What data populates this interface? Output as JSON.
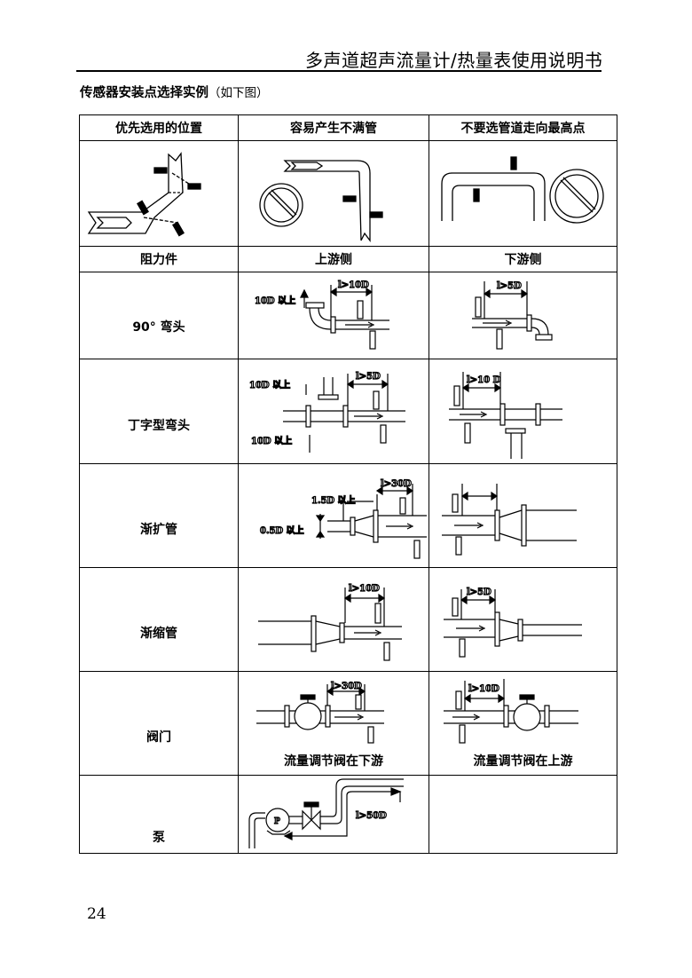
{
  "header": {
    "title": "多声道超声流量计/热量表使用说明书"
  },
  "section": {
    "title": "传感器安装点选择实例",
    "subtitle": "（如下图）"
  },
  "table": {
    "top_headers": [
      "优先选用的位置",
      "容易产生不满管",
      "不要选管道走向最高点"
    ],
    "sub_headers": [
      "阻力件",
      "上游侧",
      "下游侧"
    ],
    "rows": [
      {
        "label": "90°  弯头",
        "upstream": {
          "dims": [
            "10D 以上",
            "l>10D"
          ]
        },
        "downstream": {
          "dims": [
            "l>5D"
          ]
        }
      },
      {
        "label": "丁字型弯头",
        "upstream": {
          "dims": [
            "10D 以上",
            "10D 以上",
            "l>5D"
          ]
        },
        "downstream": {
          "dims": [
            "l>10 D"
          ]
        }
      },
      {
        "label": "渐扩管",
        "upstream": {
          "dims": [
            "1.5D 以上",
            "0.5D 以上",
            "l>30D"
          ]
        },
        "downstream": {
          "dims": []
        }
      },
      {
        "label": "渐缩管",
        "upstream": {
          "dims": [
            "l>10D"
          ]
        },
        "downstream": {
          "dims": [
            "l>5D"
          ]
        }
      },
      {
        "label": "阀门",
        "upstream": {
          "dims": [
            "l>30D"
          ],
          "caption": "流量调节阀在下游"
        },
        "downstream": {
          "dims": [
            "l>10D"
          ],
          "caption": "流量调节阀在上游"
        }
      },
      {
        "label": "泵",
        "upstream": {
          "dims": [
            "l>50D"
          ],
          "pump_letter": "P"
        },
        "downstream": {
          "dims": []
        }
      }
    ]
  },
  "footer": {
    "page_number": "24"
  }
}
